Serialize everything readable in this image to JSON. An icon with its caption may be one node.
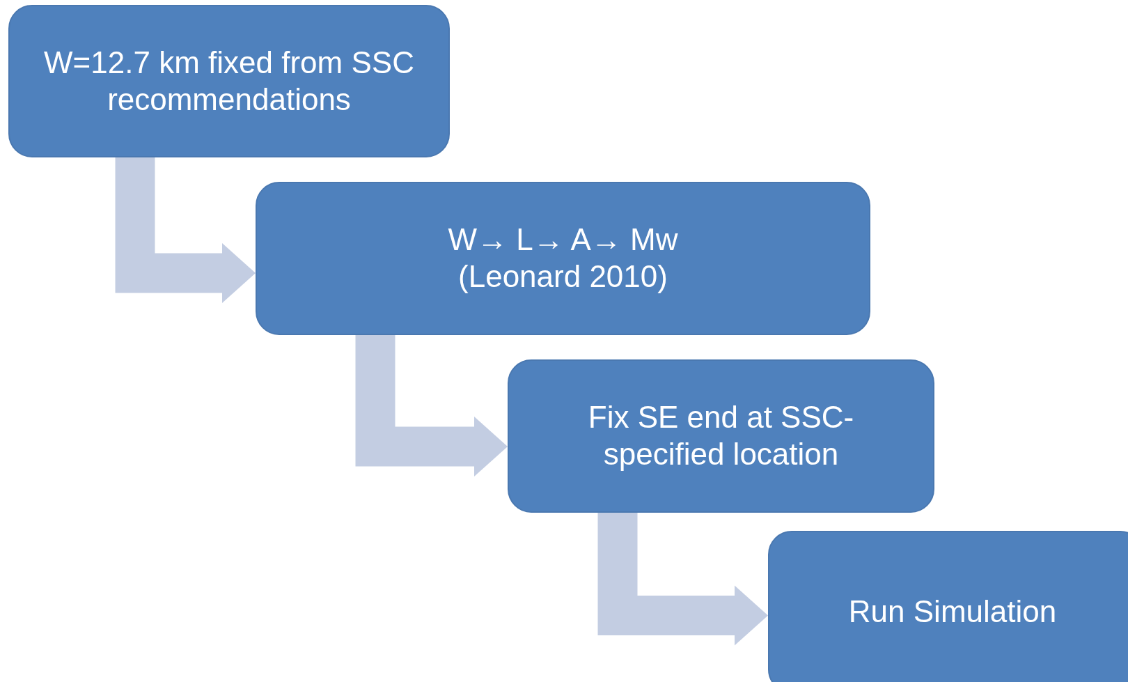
{
  "diagram": {
    "nodes": [
      {
        "text": [
          "W=12.7 km fixed from SSC recommendations"
        ]
      },
      {
        "text": [
          "W→ L→ A→ Mw (Leonard 2010)"
        ]
      },
      {
        "text": [
          "Fix SE end at SSC-specified location"
        ]
      },
      {
        "text": [
          "Run Simulation"
        ]
      }
    ],
    "edges": [
      {
        "from": 0,
        "to": 1,
        "arrow": "to"
      },
      {
        "from": 1,
        "to": 2,
        "arrow": "to"
      },
      {
        "from": 2,
        "to": 3,
        "arrow": "to"
      }
    ]
  }
}
